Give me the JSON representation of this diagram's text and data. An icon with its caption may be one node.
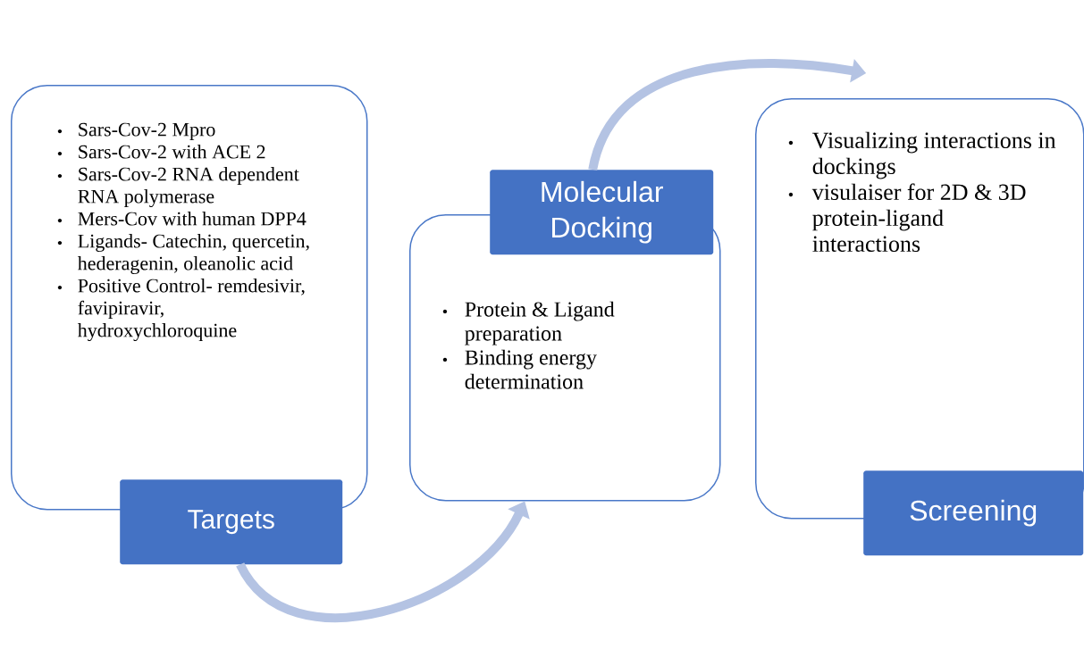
{
  "diagram": {
    "nodes": [
      {
        "text": [
          "Sars-Cov-2 Mpro",
          "Sars-Cov-2 with ACE 2",
          "Sars-Cov-2 RNA dependent RNA polymerase",
          "Mers-Cov with human DPP4",
          "Ligands- Catechin, quercetin, hederagenin, oleanolic acid",
          "Positive Control- remdesivir, favipiravir, hydroxychloroquine"
        ]
      },
      {
        "text": [
          "Targets"
        ]
      },
      {
        "text": [
          "Protein & Ligand preparation",
          "Binding energy determination"
        ]
      },
      {
        "text": [
          "Molecular Docking"
        ]
      },
      {
        "text": [
          "Visualizing interactions in dockings",
          "visulaiser for 2D & 3D protein-ligand interactions"
        ]
      },
      {
        "text": [
          "Screening"
        ]
      }
    ],
    "edges": [
      {
        "from": 1,
        "to": 2,
        "arrow": "to"
      },
      {
        "from": 3,
        "to": 4,
        "arrow": "to"
      }
    ]
  }
}
